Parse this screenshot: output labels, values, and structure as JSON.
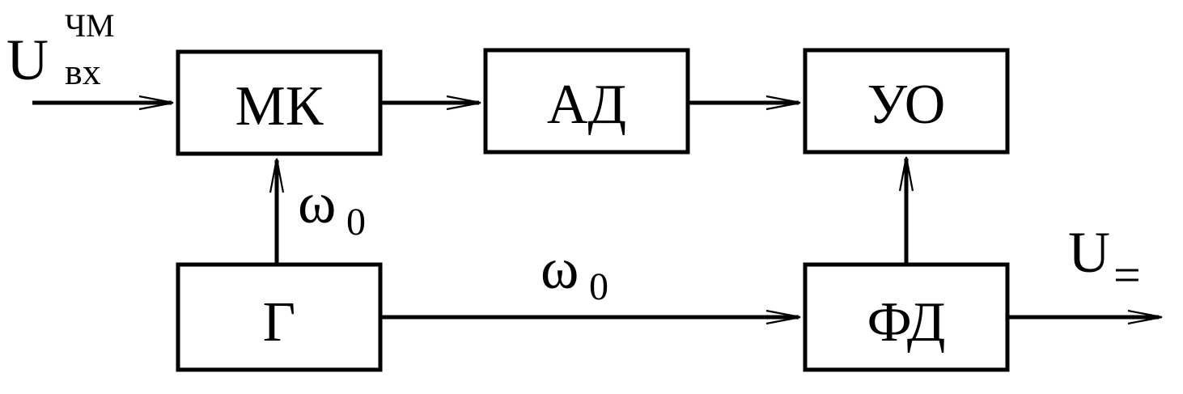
{
  "blocks": {
    "mk": "МК",
    "ad": "АД",
    "uo": "УО",
    "g": "Г",
    "fd": "ФД"
  },
  "labels": {
    "input_main": "U",
    "input_sup": "ЧМ",
    "input_sub": "вх",
    "omega_vertical_main": "ω",
    "omega_vertical_sub": "0",
    "omega_horizontal_main": "ω",
    "omega_horizontal_sub": "0",
    "output_main": "U",
    "output_sub": "="
  }
}
